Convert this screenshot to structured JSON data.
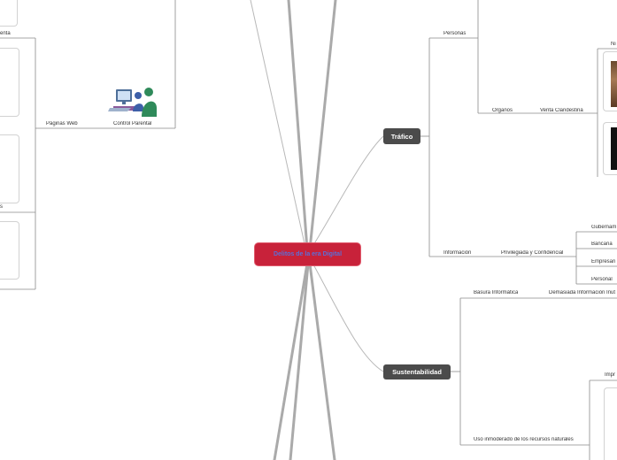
{
  "central_topic": {
    "label": "Delitos de la era Digital"
  },
  "left_branch": {
    "fragment_top": "enta",
    "fragment_mid": "s",
    "paginas_web": "Páginas Web",
    "control_parental": "Control Parental",
    "control_parental_icon": "computer-users-clipart"
  },
  "trafico": {
    "label": "Tráfico",
    "personas": {
      "label": "Personas",
      "organos": "Órganos",
      "venta_clandestina": "Venta Clandestina",
      "ninos_fragment": "Ni"
    },
    "informacion": {
      "label": "Información",
      "privilegiada": "Privilegiada y Confidencial",
      "types": [
        "Gubernam",
        "Bancaria",
        "Empresari",
        "Personal"
      ]
    }
  },
  "sustentabilidad": {
    "label": "Sustentabilidad",
    "basura": {
      "label": "Basura Informática",
      "demasiada": "Demasiada Información Inut"
    },
    "uso": {
      "label": "Uso inmoderado de los recursos naturales",
      "impr_fragment": "Impr"
    }
  },
  "colors": {
    "central_fill": "#c8223a",
    "central_text": "#5a6fd8",
    "branch_fill": "#4b4b4b",
    "connector": "#aaaaaa",
    "thin_connector": "#b8b8b8"
  }
}
